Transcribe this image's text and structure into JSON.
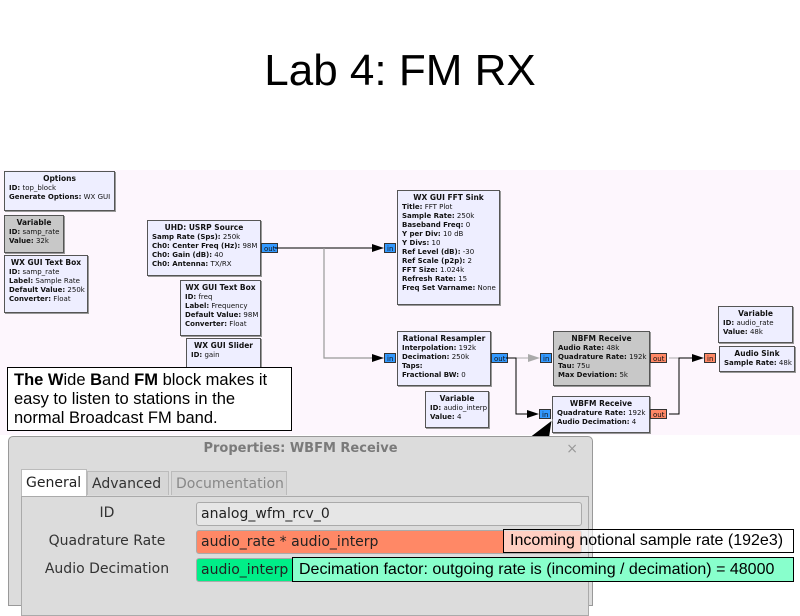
{
  "slide": {
    "title": "Lab 4: FM RX"
  },
  "colors": {
    "canvas_bg": "#fdf6fd",
    "block_bg": "#eeeeff",
    "disabled_block_bg": "#c8c8c8",
    "complex_port": "#3399ff",
    "float_port": "#ff8866",
    "quad_rate_field": "#ff8866",
    "audio_dec_field": "#00ee88",
    "tooltip_bg": "#88ffcc"
  },
  "blocks": {
    "options": {
      "title": "Options",
      "rows": [
        {
          "k": "ID:",
          "v": "top_block"
        },
        {
          "k": "Generate Options:",
          "v": "WX GUI"
        }
      ]
    },
    "var_samp_rate": {
      "title": "Variable",
      "rows": [
        {
          "k": "ID:",
          "v": "samp_rate"
        },
        {
          "k": "Value:",
          "v": "32k"
        }
      ]
    },
    "textbox_samp_rate": {
      "title": "WX GUI Text Box",
      "rows": [
        {
          "k": "ID:",
          "v": "samp_rate"
        },
        {
          "k": "Label:",
          "v": "Sample Rate"
        },
        {
          "k": "Default Value:",
          "v": "250k"
        },
        {
          "k": "Converter:",
          "v": "Float"
        }
      ]
    },
    "usrp_source": {
      "title": "UHD: USRP Source",
      "rows": [
        {
          "k": "Samp Rate (Sps):",
          "v": "250k"
        },
        {
          "k": "Ch0: Center Freq (Hz):",
          "v": "98M"
        },
        {
          "k": "Ch0: Gain (dB):",
          "v": "40"
        },
        {
          "k": "Ch0: Antenna:",
          "v": "TX/RX"
        }
      ],
      "port_out": "out"
    },
    "textbox_freq": {
      "title": "WX GUI Text Box",
      "rows": [
        {
          "k": "ID:",
          "v": "freq"
        },
        {
          "k": "Label:",
          "v": "Frequency"
        },
        {
          "k": "Default Value:",
          "v": "98M"
        },
        {
          "k": "Converter:",
          "v": "Float"
        }
      ]
    },
    "slider_gain": {
      "title": "WX GUI Slider",
      "rows": [
        {
          "k": "ID:",
          "v": "gain"
        }
      ]
    },
    "fft_sink": {
      "title": "WX GUI FFT Sink",
      "rows": [
        {
          "k": "Title:",
          "v": "FFT Plot"
        },
        {
          "k": "Sample Rate:",
          "v": "250k"
        },
        {
          "k": "Baseband Freq:",
          "v": "0"
        },
        {
          "k": "Y per Div:",
          "v": "10 dB"
        },
        {
          "k": "Y Divs:",
          "v": "10"
        },
        {
          "k": "Ref Level (dB):",
          "v": "-30"
        },
        {
          "k": "Ref Scale (p2p):",
          "v": "2"
        },
        {
          "k": "FFT Size:",
          "v": "1.024k"
        },
        {
          "k": "Refresh Rate:",
          "v": "15"
        },
        {
          "k": "Freq Set Varname:",
          "v": "None"
        }
      ],
      "port_in": "in"
    },
    "resampler": {
      "title": "Rational Resampler",
      "rows": [
        {
          "k": "Interpolation:",
          "v": "192k"
        },
        {
          "k": "Decimation:",
          "v": "250k"
        },
        {
          "k": "Taps:",
          "v": ""
        },
        {
          "k": "Fractional BW:",
          "v": "0"
        }
      ],
      "port_in": "in",
      "port_out": "out"
    },
    "var_audio_interp": {
      "title": "Variable",
      "rows": [
        {
          "k": "ID:",
          "v": "audio_interp"
        },
        {
          "k": "Value:",
          "v": "4"
        }
      ]
    },
    "nbfm": {
      "title": "NBFM Receive",
      "rows": [
        {
          "k": "Audio Rate:",
          "v": "48k"
        },
        {
          "k": "Quadrature Rate:",
          "v": "192k"
        },
        {
          "k": "Tau:",
          "v": "75u"
        },
        {
          "k": "Max Deviation:",
          "v": "5k"
        }
      ],
      "port_in": "in",
      "port_out": "out"
    },
    "wbfm": {
      "title": "WBFM Receive",
      "rows": [
        {
          "k": "Quadrature Rate:",
          "v": "192k"
        },
        {
          "k": "Audio Decimation:",
          "v": "4"
        }
      ],
      "port_in": "in",
      "port_out": "out"
    },
    "var_audio_rate": {
      "title": "Variable",
      "rows": [
        {
          "k": "ID:",
          "v": "audio_rate"
        },
        {
          "k": "Value:",
          "v": "48k"
        }
      ]
    },
    "audio_sink": {
      "title": "Audio Sink",
      "rows": [
        {
          "k": "Sample Rate:",
          "v": "48k"
        }
      ],
      "port_in": "in"
    }
  },
  "callout": {
    "parts": [
      "The ",
      "W",
      "ide ",
      "B",
      "and ",
      "FM",
      " block makes it easy to listen to stations in the normal Broadcast FM band."
    ]
  },
  "dialog": {
    "title": "Properties: WBFM Receive",
    "close_icon": "×",
    "tabs": [
      {
        "label": "General",
        "active": true
      },
      {
        "label": "Advanced"
      },
      {
        "label": "Documentation",
        "disabled": true
      }
    ],
    "params": [
      {
        "label": "ID",
        "value": "analog_wfm_rcv_0"
      },
      {
        "label": "Quadrature Rate",
        "value": "audio_rate * audio_interp"
      },
      {
        "label": "Audio Decimation",
        "value": "audio_interp"
      }
    ]
  },
  "annotations": {
    "quad_rate_note": "Incoming notional sample rate (192e3)",
    "audio_dec_note": "Decimation factor: outgoing rate is (incoming / decimation) = 48000"
  }
}
